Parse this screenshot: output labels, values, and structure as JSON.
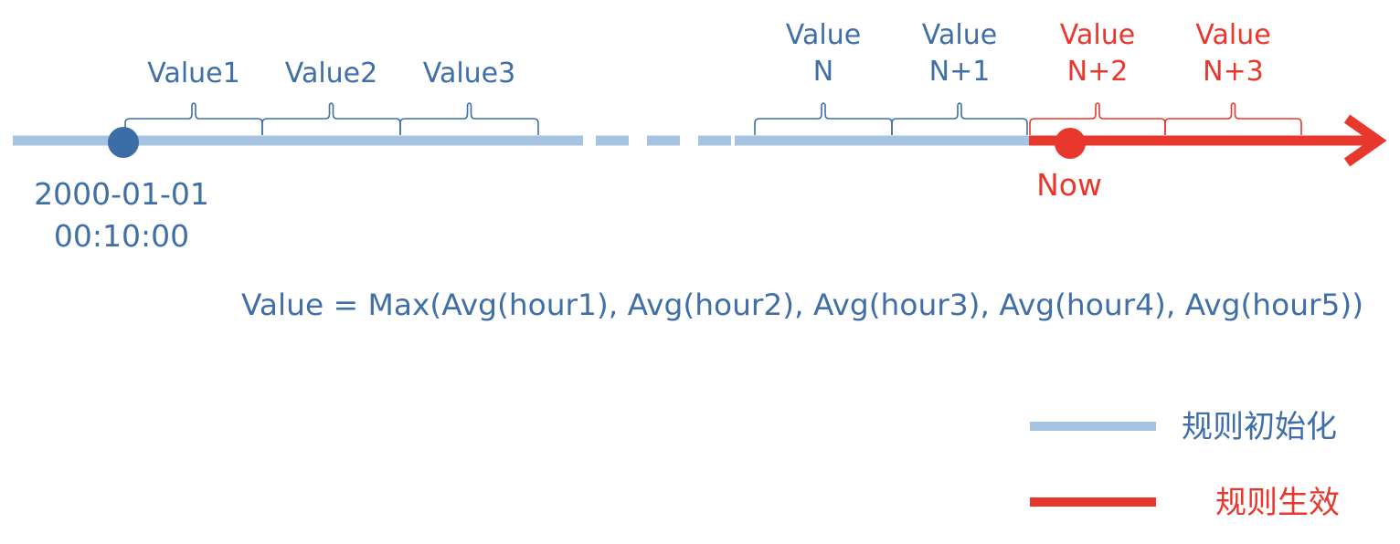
{
  "colors": {
    "init_line": "#a7c3e2",
    "effective_line": "#e8372c",
    "blue_text": "#3f6fa6",
    "red_text": "#e8372c",
    "start_dot": "#3c6da6",
    "now_dot": "#e8372c"
  },
  "timeline": {
    "segments": [
      {
        "label_lines": [
          "Value1"
        ],
        "state": "init"
      },
      {
        "label_lines": [
          "Value2"
        ],
        "state": "init"
      },
      {
        "label_lines": [
          "Value3"
        ],
        "state": "init"
      },
      {
        "label_lines": [
          "Value",
          "N"
        ],
        "state": "init"
      },
      {
        "label_lines": [
          "Value",
          "N+1"
        ],
        "state": "init"
      },
      {
        "label_lines": [
          "Value",
          "N+2"
        ],
        "state": "effective"
      },
      {
        "label_lines": [
          "Value",
          "N+3"
        ],
        "state": "effective"
      }
    ],
    "start": {
      "line1": "2000-01-01",
      "line2": "00:10:00"
    },
    "now": {
      "label": "Now"
    }
  },
  "formula": "Value = Max(Avg(hour1), Avg(hour2), Avg(hour3), Avg(hour4), Avg(hour5))",
  "legend": {
    "init_label": "规则初始化",
    "effective_label": "规则生效"
  }
}
